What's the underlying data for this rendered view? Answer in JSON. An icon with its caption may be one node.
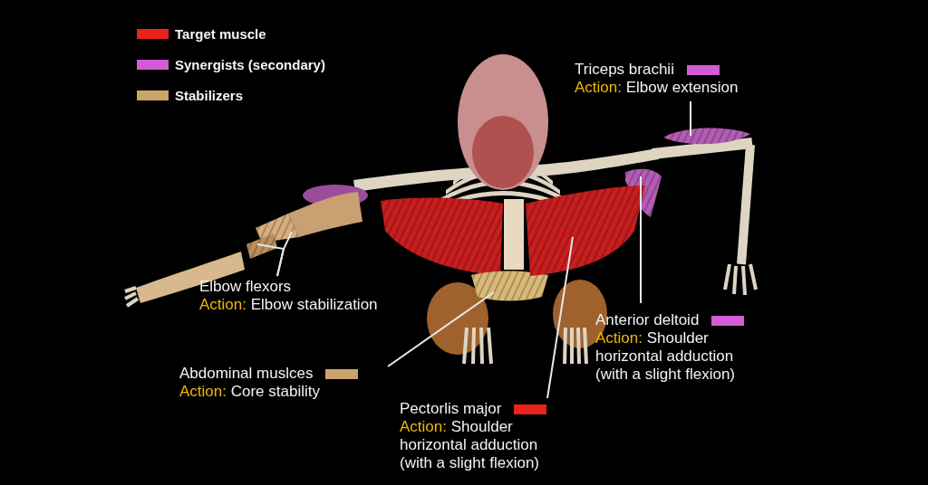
{
  "diagram": {
    "nodes": [
      {
        "text": [
          "Triceps brachii",
          "Action: Elbow extension"
        ]
      },
      {
        "text": [],
        "shape": "picture"
      },
      {
        "text": [
          "Elbow flexors",
          "Action: Elbow stabilization"
        ]
      },
      {
        "text": [],
        "shape": "picture"
      },
      {
        "text": [],
        "shape": "picture"
      },
      {
        "text": [
          "Anterior deltoid",
          "Action: Shoulder horizontal adduction (with a slight flexion)"
        ]
      },
      {
        "text": [],
        "shape": "picture"
      },
      {
        "text": [
          "Abdominal muslces",
          "Action: Core stability"
        ]
      },
      {
        "text": [],
        "shape": "picture"
      },
      {
        "text": [
          "Pectorlis major",
          "Action: Shoulder horizontal adduction (with a slight flexion)"
        ]
      },
      {
        "text": [],
        "shape": "picture"
      }
    ],
    "edges": [
      {
        "from": 0,
        "to": 1,
        "arrow": "none"
      },
      {
        "from": 2,
        "to": 3,
        "arrow": "none"
      },
      {
        "from": 2,
        "to": 4,
        "arrow": "none"
      },
      {
        "from": 5,
        "to": 6,
        "arrow": "none"
      },
      {
        "from": 7,
        "to": 8,
        "arrow": "none"
      },
      {
        "from": 9,
        "to": 10,
        "arrow": "none"
      }
    ],
    "legend": [
      {
        "text": "Target muscle",
        "color": "#e8221c"
      },
      {
        "text": "Synergists (secondary)",
        "color": "#d45bd6"
      },
      {
        "text": "Stabilizers",
        "color": "#c9a46a"
      }
    ]
  }
}
